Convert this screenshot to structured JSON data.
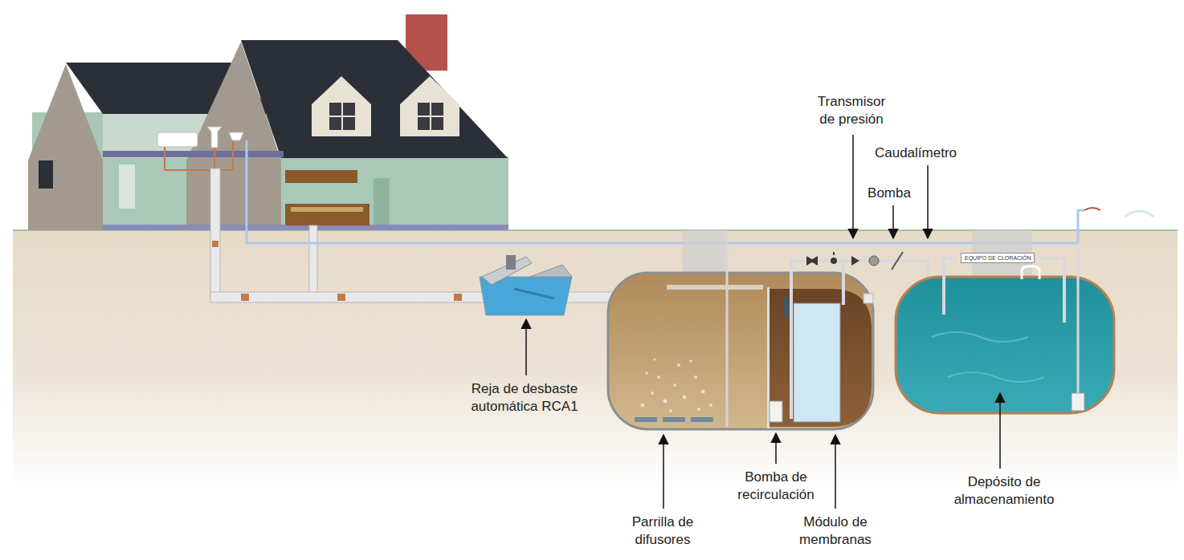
{
  "diagram": {
    "nodes": [
      {
        "text": [
          "EQUIPO DE CLORACIÓN"
        ]
      }
    ],
    "labels": [
      "Transmisor de presión",
      "Caudalímetro",
      "Bomba",
      "Reja de desbaste automática RCA1",
      "Parrilla de difusores",
      "Bomba de recirculación",
      "Módulo de membranas",
      "Depósito de almacenamiento"
    ]
  }
}
